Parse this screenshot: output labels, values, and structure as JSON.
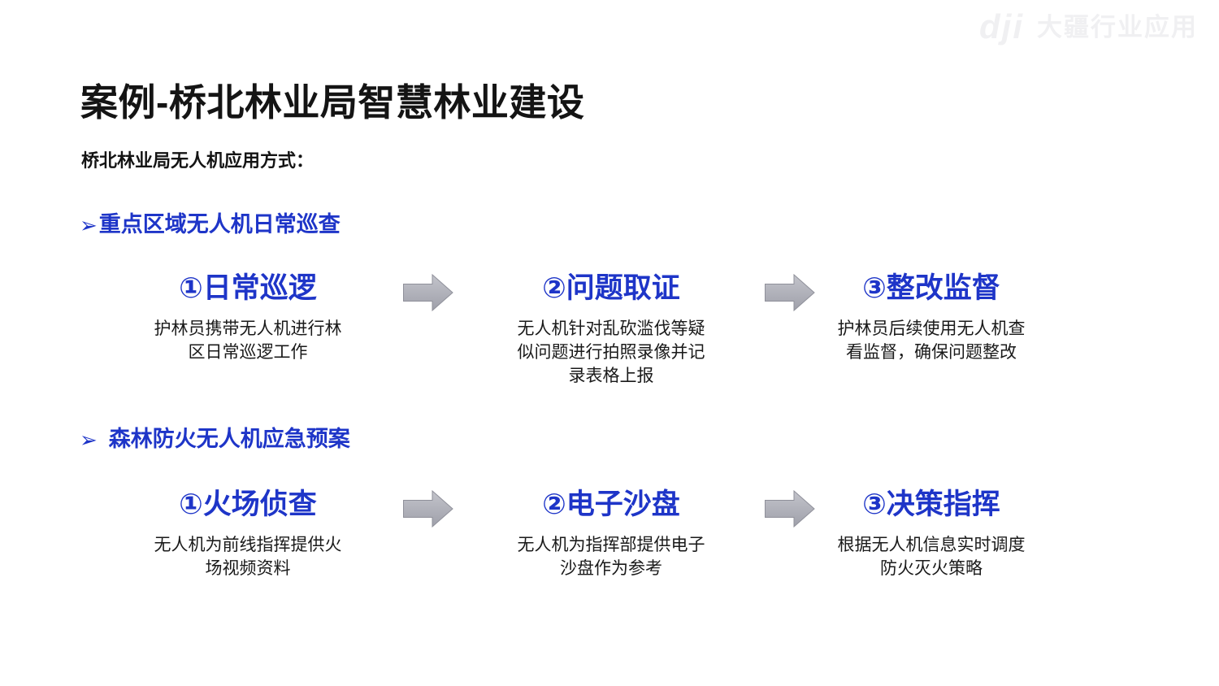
{
  "page": {
    "background": "#ffffff",
    "accent_blue": "#1e35c8",
    "text_black": "#1a1a1a",
    "arrow_gray": "#a9aab2"
  },
  "watermark": {
    "logo": "dji",
    "text": "大疆行业应用"
  },
  "header": {
    "title": "案例-桥北林业局智慧林业建设",
    "subtitle": "桥北林业局无人机应用方式："
  },
  "sections": [
    {
      "bullet": "➢",
      "heading": "重点区域无人机日常巡查",
      "steps": [
        {
          "title": "①日常巡逻",
          "desc": "护林员携带无人机进行林\n区日常巡逻工作"
        },
        {
          "title": "②问题取证",
          "desc": "无人机针对乱砍滥伐等疑\n似问题进行拍照录像并记\n录表格上报"
        },
        {
          "title": "③整改监督",
          "desc": "护林员后续使用无人机查\n看监督，确保问题整改"
        }
      ]
    },
    {
      "bullet": "➢",
      "heading": "森林防火无人机应急预案",
      "steps": [
        {
          "title": "①火场侦查",
          "desc": "无人机为前线指挥提供火\n场视频资料"
        },
        {
          "title": "②电子沙盘",
          "desc": "无人机为指挥部提供电子\n沙盘作为参考"
        },
        {
          "title": "③决策指挥",
          "desc": "根据无人机信息实时调度\n防火灭火策略"
        }
      ]
    }
  ]
}
